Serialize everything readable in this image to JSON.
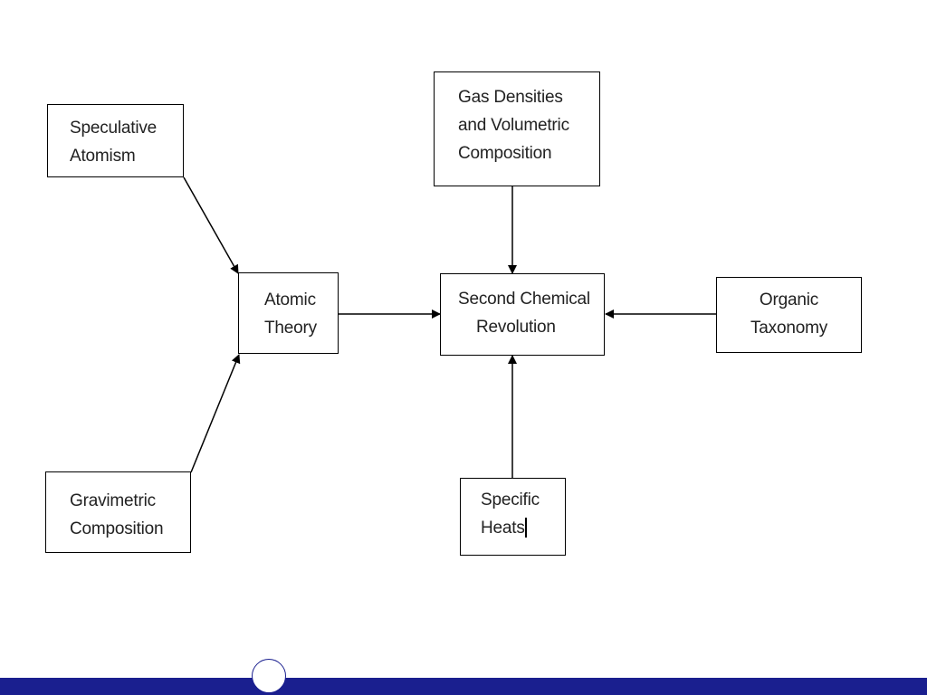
{
  "diagram": {
    "nodes": {
      "speculative_atomism": [
        "Speculative",
        "Atomism"
      ],
      "gas_densities": [
        "Gas Densities",
        "and Volumetric",
        "Composition"
      ],
      "atomic_theory": [
        "Atomic",
        "Theory"
      ],
      "second_chemical_revolution": [
        "Second Chemical",
        "Revolution"
      ],
      "organic_taxonomy": [
        "Organic",
        "Taxonomy"
      ],
      "gravimetric_composition": [
        "Gravimetric",
        "Composition"
      ],
      "specific_heats": [
        "Specific",
        "Heats"
      ]
    },
    "edges": [
      {
        "from": "speculative_atomism",
        "to": "atomic_theory"
      },
      {
        "from": "gravimetric_composition",
        "to": "atomic_theory"
      },
      {
        "from": "atomic_theory",
        "to": "second_chemical_revolution"
      },
      {
        "from": "gas_densities",
        "to": "second_chemical_revolution"
      },
      {
        "from": "organic_taxonomy",
        "to": "second_chemical_revolution"
      },
      {
        "from": "specific_heats",
        "to": "second_chemical_revolution"
      }
    ]
  },
  "colors": {
    "footer_bar": "#1a1f8f",
    "box_border": "#000000",
    "text": "#222222"
  }
}
